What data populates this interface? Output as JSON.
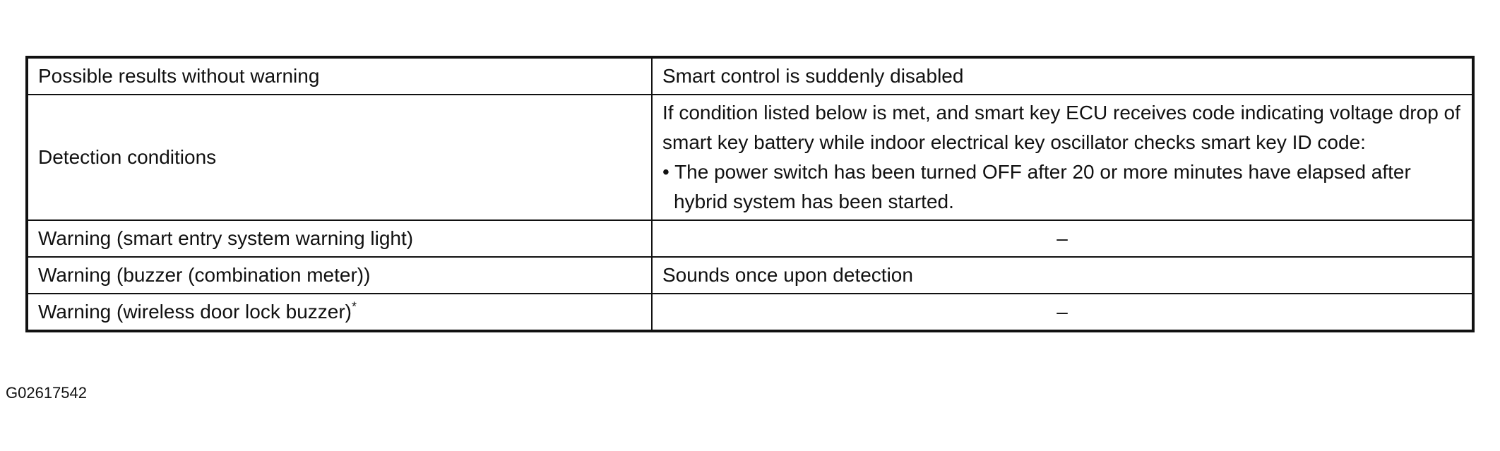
{
  "table": {
    "rows": [
      {
        "label": "Possible results without warning",
        "value": "Smart control is suddenly disabled"
      },
      {
        "label": "Detection conditions",
        "value_intro": "If condition listed below is met, and smart key ECU receives code indicating voltage drop of smart key battery while indoor electrical key oscillator checks smart key ID code:",
        "value_bullet": "• The power switch has been turned OFF after 20 or more minutes have elapsed after hybrid system has been started."
      },
      {
        "label": "Warning (smart entry system warning light)",
        "value": "–"
      },
      {
        "label": "Warning (buzzer (combination meter))",
        "value": "Sounds once upon detection"
      },
      {
        "label": "Warning (wireless door lock buzzer)",
        "label_mark": "*",
        "value": "–"
      }
    ]
  },
  "figure_id": "G02617542"
}
